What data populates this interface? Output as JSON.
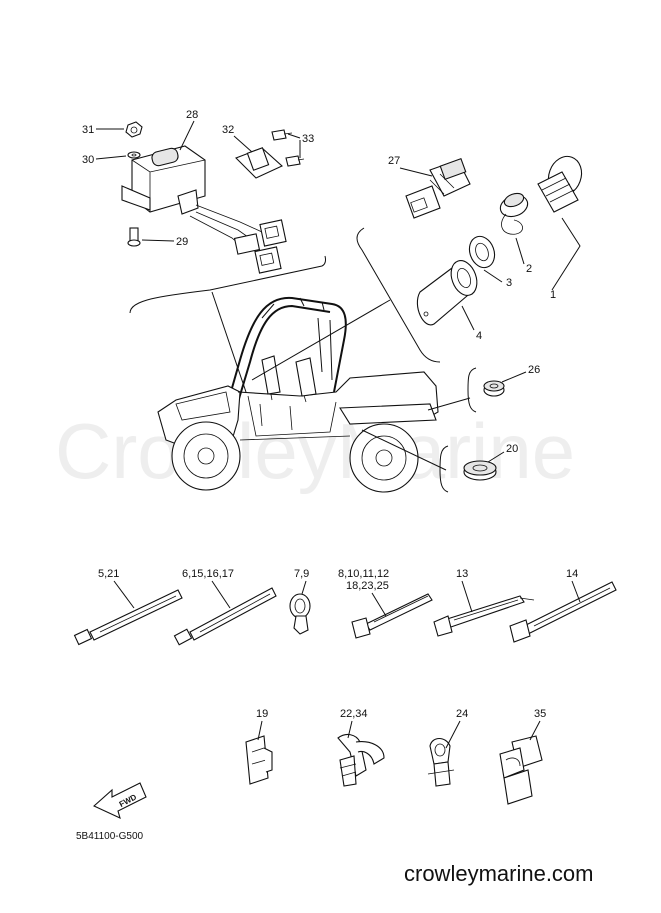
{
  "watermark": "CrowleyMarine",
  "footer_url": "crowleymarine.com",
  "diagram_code": "5B41100-G500",
  "fwd_label": "FWD",
  "callouts": {
    "c1": "1",
    "c2": "2",
    "c3": "3",
    "c4": "4",
    "c20": "20",
    "c26": "26",
    "c27": "27",
    "c28": "28",
    "c29": "29",
    "c30": "30",
    "c31": "31",
    "c32": "32",
    "c33": "33",
    "c5_21": "5,21",
    "c6_15": "6,15,16,17",
    "c7_9": "7,9",
    "c8_12": "8,10,11,12",
    "c18_25": "18,23,25",
    "c13": "13",
    "c14": "14",
    "c19": "19",
    "c22_34": "22,34",
    "c24": "24",
    "c35": "35"
  }
}
